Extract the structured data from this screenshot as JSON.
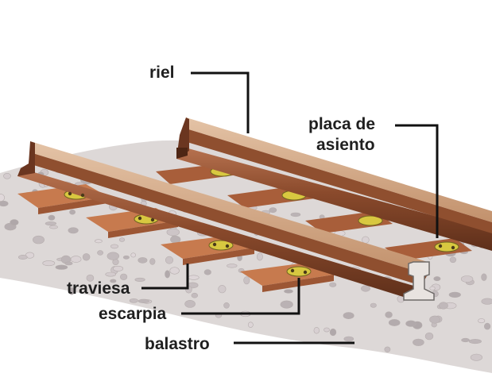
{
  "labels": {
    "riel": "riel",
    "placa_line1": "placa de",
    "placa_line2": "asiento",
    "traviesa": "traviesa",
    "escarpia": "escarpia",
    "balastro": "balastro"
  },
  "colors": {
    "rail": "#8a4a2c",
    "rail_top": "#d0a27e",
    "rail_shadow": "#5e2f1a",
    "sleeper": "#c77a4e",
    "sleeper_dark": "#9c5634",
    "tie_plate": "#d8c840",
    "ballast": "#d9d4d3"
  }
}
